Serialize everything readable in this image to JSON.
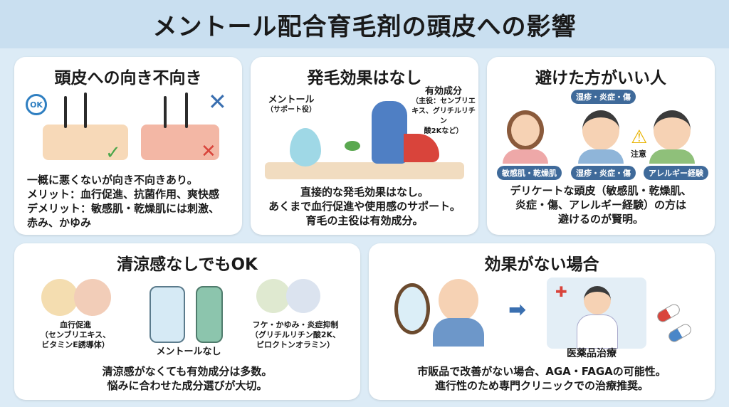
{
  "title": "メントール配合育毛剤の頭皮への影響",
  "panel1": {
    "heading": "頭皮への向き不向き",
    "ok_badge": "OK",
    "lines": [
      "一概に悪くないが向き不向きあり。",
      "メリット：血行促進、抗菌作用、爽快感",
      "デメリット：敏感肌・乾燥肌には刺激、",
      "赤み、かゆみ"
    ]
  },
  "panel2": {
    "heading": "発毛効果はなし",
    "menthol_label": "メントール",
    "menthol_role": "（サポート役）",
    "active_label": "有効成分",
    "active_role": [
      "（主役：センブリエ",
      "キス、グリチルリチン",
      "酸2Kなど）"
    ],
    "lines": [
      "直接的な発毛効果はなし。",
      "あくまで血行促進や使用感のサポート。",
      "育毛の主役は有効成分。"
    ]
  },
  "panel3": {
    "heading": "避けた方がいい人",
    "top_tag": "湿疹・炎症・傷",
    "caution": "注意",
    "tags": [
      "敏感肌・乾燥肌",
      "湿疹・炎症・傷",
      "アレルギー経験"
    ],
    "lines": [
      "デリケートな頭皮（敏感肌・乾燥肌、",
      "炎症・傷、アレルギー経験）の方は",
      "避けるのが賢明。"
    ]
  },
  "panel4": {
    "heading": "清涼感なしでもOK",
    "item1": [
      "血行促進",
      "（センブリエキス、",
      "ビタミンE誘導体）"
    ],
    "item2": "メントールなし",
    "item3": [
      "フケ・かゆみ・炎症抑制",
      "（グリチルリチン酸2K、",
      "ピロクトンオラミン）"
    ],
    "lines": [
      "清涼感がなくても有効成分は多数。",
      "悩みに合わせた成分選びが大切。"
    ]
  },
  "panel5": {
    "heading": "効果がない場合",
    "treatment_label": "医薬品治療",
    "lines": [
      "市販品で改善がない場合、AGA・FAGAの可能性。",
      "進行性のため専門クリニックでの治療推奨。"
    ]
  },
  "colors": {
    "background": "#dcebf6",
    "title_band": "#c9dff0",
    "tag": "#3f6a9a",
    "ok": "#2f7fc1",
    "ng": "#d9443b",
    "check": "#4aa64a"
  }
}
